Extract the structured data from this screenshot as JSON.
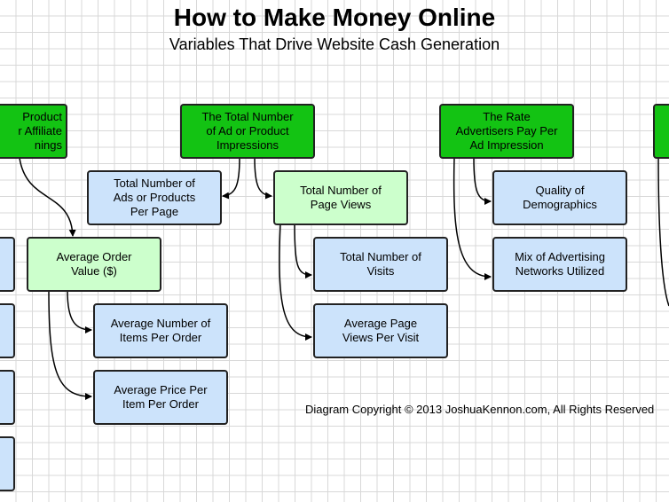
{
  "title": "How to Make Money Online",
  "subtitle": "Variables That Drive Website Cash Generation",
  "nodes": {
    "product_affiliate": "Product\nr Affiliate\nnings",
    "total_impressions": "The Total Number\nof Ad or Product\nImpressions",
    "rate_advertisers": "The Rate\nAdvertisers Pay Per\nAd Impression",
    "ads_per_page": "Total Number of\nAds or Products\nPer Page",
    "page_views": "Total Number of\nPage Views",
    "quality_demographics": "Quality of\nDemographics",
    "average_order_value": "Average Order\nValue ($)",
    "total_visits": "Total Number of\nVisits",
    "mix_networks": "Mix of Advertising\nNetworks Utilized",
    "items_per_order": "Average Number of\nItems Per Order",
    "page_views_per_visit": "Average Page\nViews Per Visit",
    "price_per_item": "Average Price Per\nItem Per Order"
  },
  "copyright": "Diagram Copyright © 2013 JoshuaKennon.com, All Rights Reserved",
  "colors": {
    "primary_node": "#13c313",
    "secondary_node": "#ccffcc",
    "leaf_node": "#cce3fb",
    "grid": "#d8d8d8"
  }
}
